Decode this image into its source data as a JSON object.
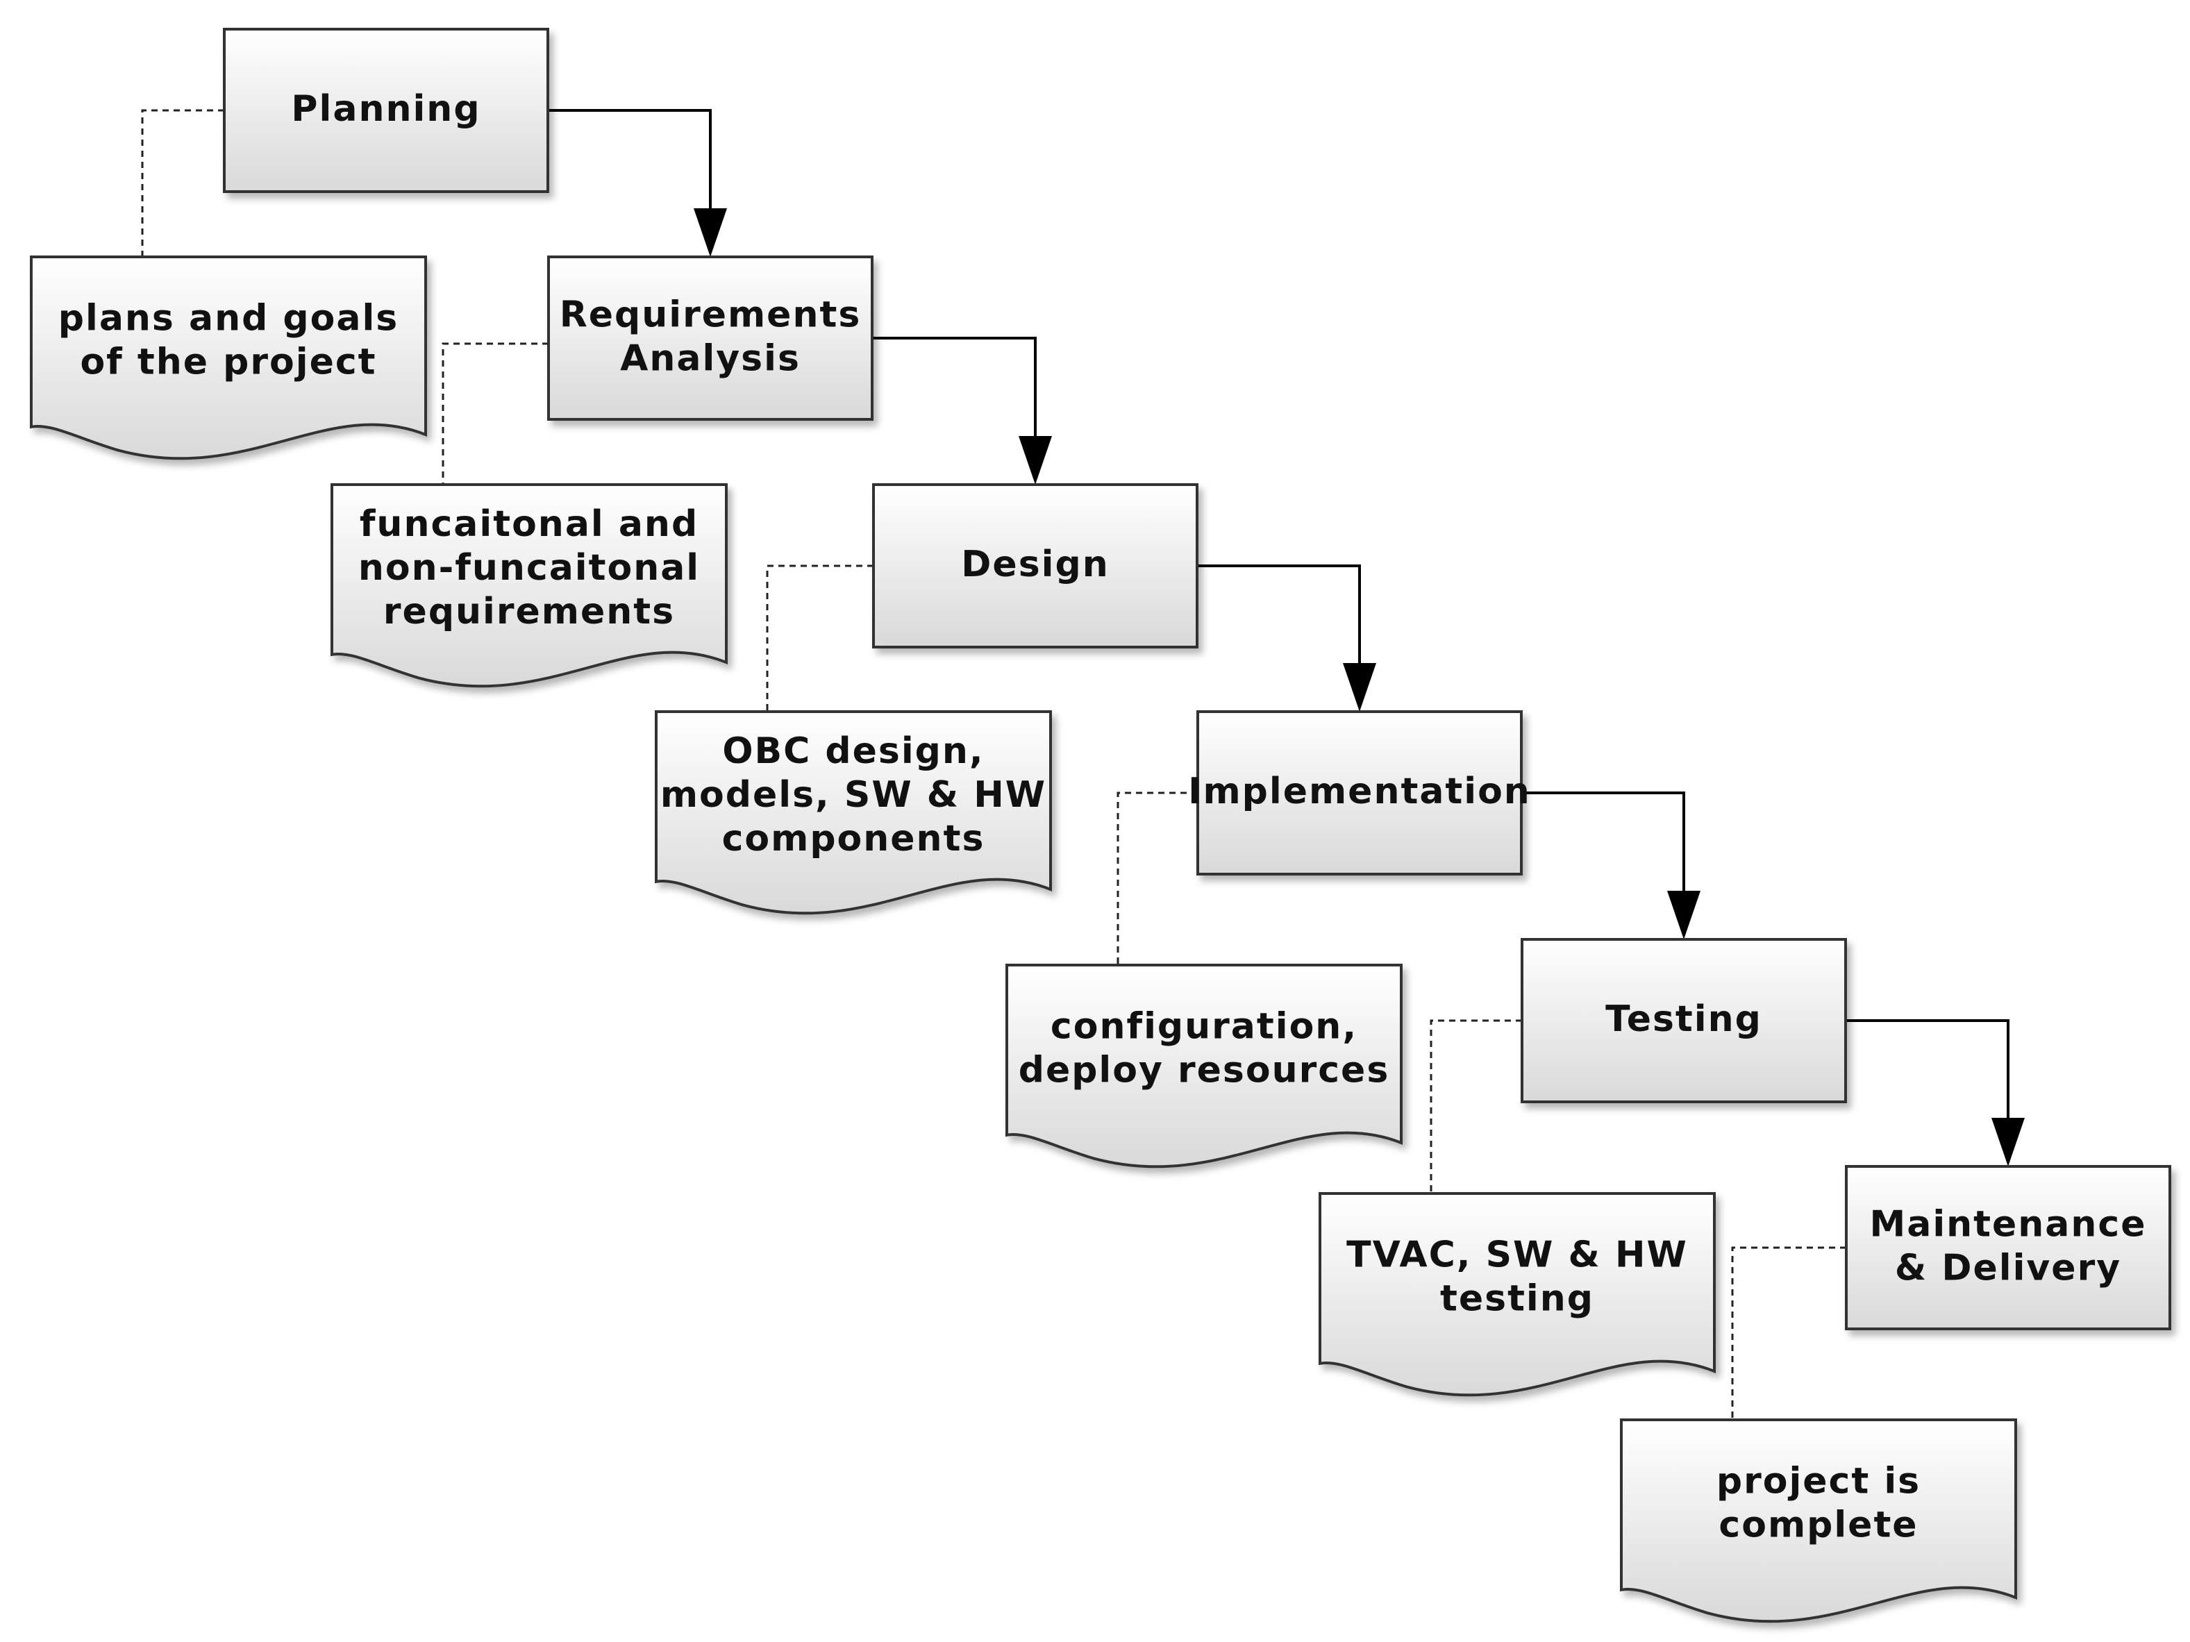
{
  "stages": [
    {
      "lines": [
        "Planning"
      ]
    },
    {
      "lines": [
        "Requirements",
        "Analysis"
      ]
    },
    {
      "lines": [
        "Design"
      ]
    },
    {
      "lines": [
        "Implementation"
      ]
    },
    {
      "lines": [
        "Testing"
      ]
    },
    {
      "lines": [
        "Maintenance",
        "& Delivery"
      ]
    }
  ],
  "notes": [
    {
      "lines": [
        "plans and goals",
        "of the project"
      ]
    },
    {
      "lines": [
        "funcaitonal and",
        "non-funcaitonal",
        "requirements"
      ]
    },
    {
      "lines": [
        "OBC design,",
        "models, SW & HW",
        "components"
      ]
    },
    {
      "lines": [
        "configuration,",
        "deploy resources"
      ]
    },
    {
      "lines": [
        "TVAC, SW & HW",
        "testing"
      ]
    },
    {
      "lines": [
        "project is",
        "complete"
      ]
    }
  ]
}
